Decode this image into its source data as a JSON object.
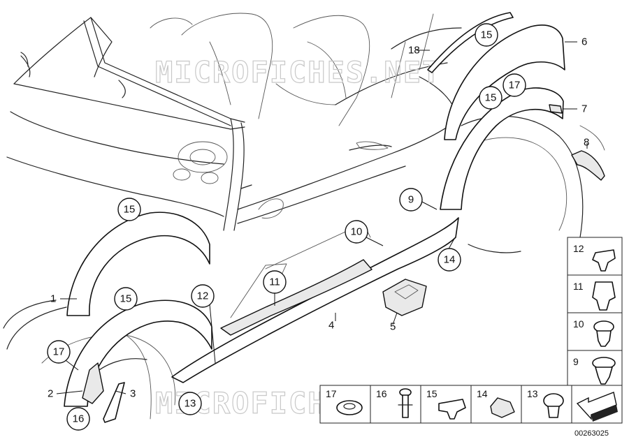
{
  "watermark": "MICROFICHES.NET",
  "diagram_number": "00263025",
  "part_numbers": {
    "p1": "1",
    "p2": "2",
    "p3": "3",
    "p4": "4",
    "p5": "5",
    "p6": "6",
    "p7": "7",
    "p8": "8",
    "p9": "9",
    "p10": "10",
    "p11": "11",
    "p12": "12",
    "p13": "13",
    "p14": "14",
    "p15": "15",
    "p16": "16",
    "p17": "17",
    "p18": "18"
  },
  "fastener_panel_right": [
    "12",
    "11",
    "10",
    "9"
  ],
  "fastener_panel_bottom": [
    "17",
    "16",
    "15",
    "14",
    "13"
  ]
}
